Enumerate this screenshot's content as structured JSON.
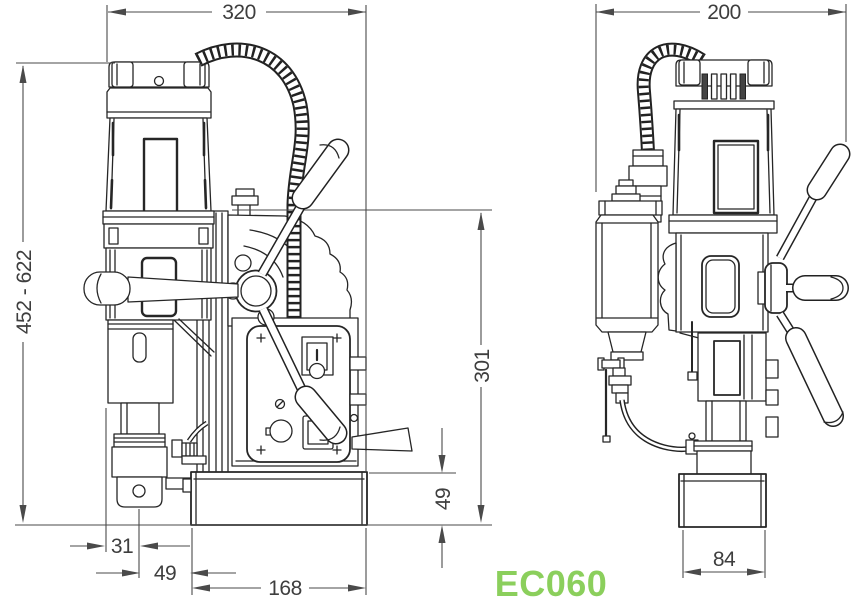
{
  "drawing": {
    "type": "technical-dimension-drawing",
    "subject": "magnetic drill press, front and side orthographic views"
  },
  "model": {
    "label": "EC060",
    "color": "#8bcf5c"
  },
  "dimensions": {
    "front": {
      "overall_width": "320",
      "stroke_height_range": "452 - 622",
      "body_height": "301",
      "base_height": "49",
      "spindle_to_slide": "31",
      "spindle_to_base_front": "49",
      "base_length": "168"
    },
    "side": {
      "overall_depth": "200",
      "base_width": "84"
    }
  }
}
